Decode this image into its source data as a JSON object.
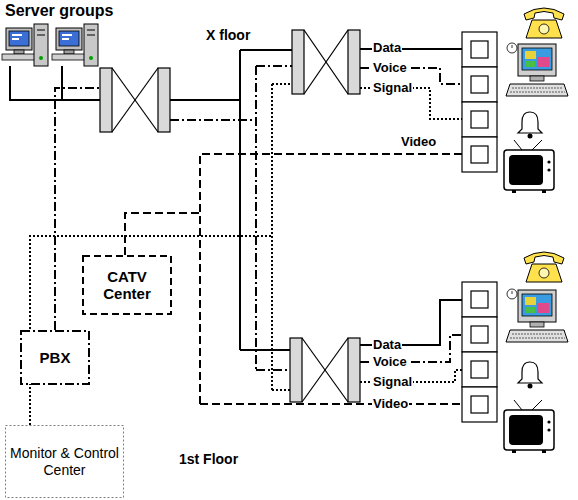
{
  "diagram": {
    "nodes": [
      {
        "text": [
          "CATV Center"
        ]
      },
      {
        "text": [
          "PBX"
        ]
      },
      {
        "text": [
          "Monitor & Control Center"
        ]
      }
    ],
    "labels": [
      "Server groups",
      "X floor",
      "Data",
      "Voice",
      "Signal",
      "Video",
      "Data",
      "Voice",
      "Signal",
      "Video",
      "1st Floor"
    ]
  }
}
